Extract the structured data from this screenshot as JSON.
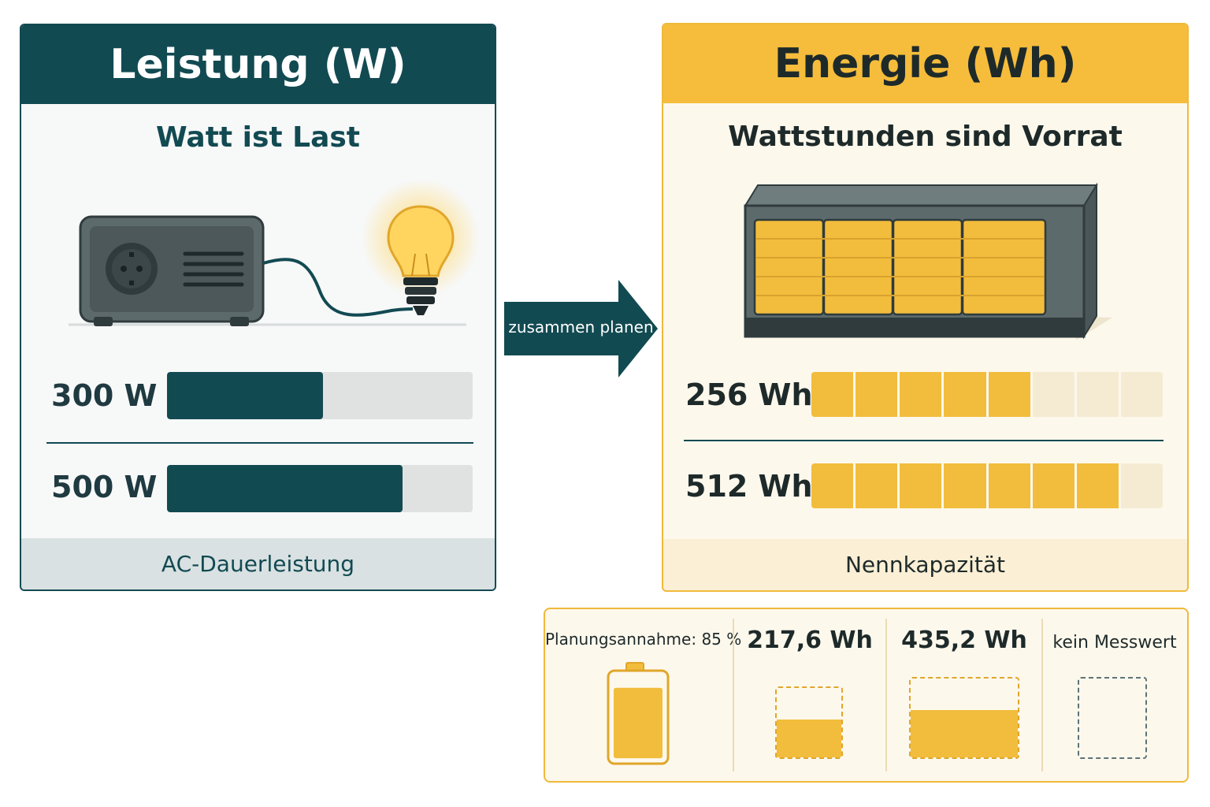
{
  "power": {
    "title": "Leistung (W)",
    "subtitle": "Watt ist Last",
    "rows": [
      {
        "label": "300 W",
        "fraction": 0.51
      },
      {
        "label": "500 W",
        "fraction": 0.77
      }
    ],
    "footer": "AC-Dauerleistung",
    "accent": "#124a52"
  },
  "connector": {
    "label": "zusammen planen"
  },
  "energy": {
    "title": "Energie (Wh)",
    "subtitle": "Wattstunden sind Vorrat",
    "segments_total": 8,
    "rows": [
      {
        "label": "256 Wh",
        "filled_segments": 5
      },
      {
        "label": "512 Wh",
        "filled_segments": 7
      }
    ],
    "footer": "Nennkapazität",
    "accent": "#f5bd3b"
  },
  "planning": {
    "assumption": "Planungsannahme: 85 %",
    "assumption_fill": 0.85,
    "values": [
      {
        "label": "217,6 Wh",
        "fill": 0.55
      },
      {
        "label": "435,2 Wh",
        "fill": 0.6
      },
      {
        "label": "kein Messwert",
        "fill": 0
      }
    ]
  }
}
